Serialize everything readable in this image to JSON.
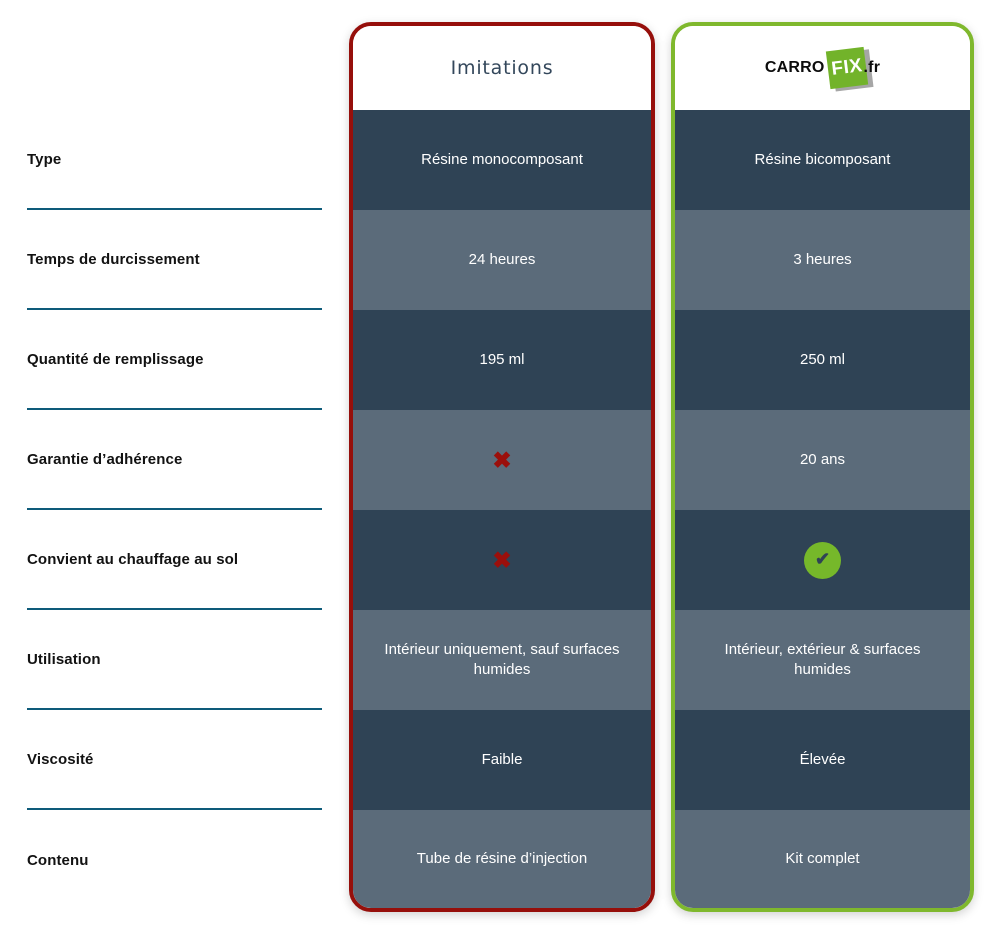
{
  "comparison": {
    "row_labels": [
      "Type",
      "Temps de durcissement",
      "Quantité de remplissage",
      "Garantie d’adhérence",
      "Convient au chauffage au sol",
      "Utilisation",
      "Viscosité",
      "Contenu"
    ],
    "imitations_column": {
      "title": "Imitations",
      "cells": [
        {
          "text": "Résine monocomposant"
        },
        {
          "text": "24 heures"
        },
        {
          "text": "195 ml"
        },
        {
          "icon": "cross"
        },
        {
          "icon": "cross"
        },
        {
          "text": "Intérieur uniquement, sauf surfaces humides"
        },
        {
          "text": "Faible"
        },
        {
          "text": "Tube de résine d’injection"
        }
      ]
    },
    "carrofix_column": {
      "logo": {
        "carro": "CARRO",
        "fix": "FIX",
        "fr": ".fr"
      },
      "cells": [
        {
          "text": "Résine bicomposant"
        },
        {
          "text": "3 heures"
        },
        {
          "text": "250 ml"
        },
        {
          "text": "20 ans"
        },
        {
          "icon": "check"
        },
        {
          "text": "Intérieur, extérieur & surfaces humides"
        },
        {
          "text": "Élevée"
        },
        {
          "text": "Kit complet"
        }
      ]
    }
  },
  "icons": {
    "cross_glyph": "✖",
    "check_glyph": "✔"
  },
  "colors": {
    "row_dark": "#2f4355",
    "row_light": "#5b6b7a",
    "imitations_border": "#960f0b",
    "carrofix_border": "#7fb82d",
    "check_circle": "#76b82a",
    "cross": "#9b0f0b",
    "divider_teal": "#0e5b7a",
    "title_text": "#33475b",
    "logo_green": "#72b32a",
    "logo_shadow": "#a6a6a6"
  }
}
